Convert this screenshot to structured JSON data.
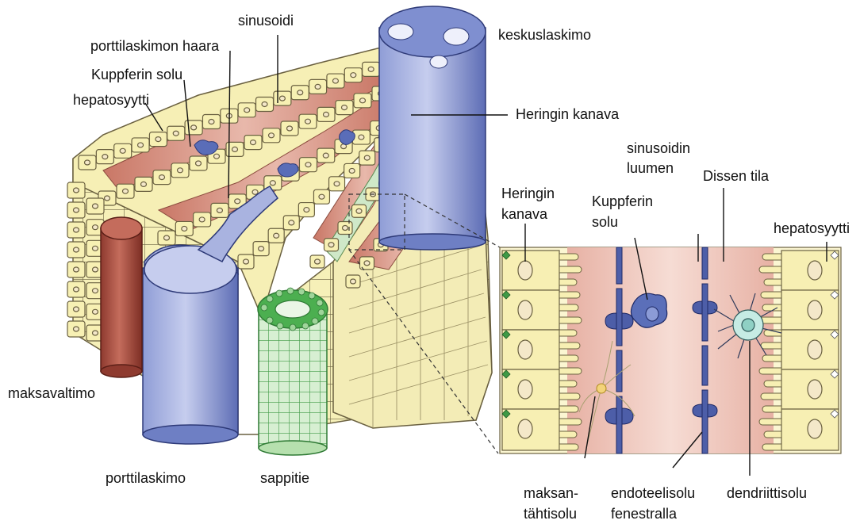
{
  "labels": {
    "sinusoidi": "sinusoidi",
    "porttilaskimon_haara": "porttilaskimon haara",
    "kuppferin_solu": "Kuppferin solu",
    "hepatosyytti": "hepatosyytti",
    "keskuslaskimo": "keskuslaskimo",
    "heringin_kanava": "Heringin kanava",
    "maksavaltimo": "maksavaltimo",
    "porttilaskimo": "porttilaskimo",
    "sappitie": "sappitie"
  },
  "inset_labels": {
    "sinusoidin_luumen_1": "sinusoidin",
    "sinusoidin_luumen_2": "luumen",
    "dissen_tila": "Dissen tila",
    "heringin_1": "Heringin",
    "heringin_2": "kanava",
    "kuppferin_1": "Kuppferin",
    "kuppferin_2": "solu",
    "hepatosyytti": "hepatosyytti",
    "maksantahti_1": "maksan-",
    "maksantahti_2": "tähtisolu",
    "endoteeli_1": "endoteelisolu",
    "endoteeli_2": "fenestralla",
    "dendriitti": "dendriittisolu"
  },
  "colors": {
    "hepatocyte": "#f7f0b3",
    "hepatocyte_outline": "#6a6040",
    "sinusoid": "#d99a8c",
    "sinusoid_dark": "#b45a4d",
    "vein_blue": "#6e7fc4",
    "vein_blue_light": "#a9b3e0",
    "artery": "#a8463a",
    "bile_green": "#4caf50",
    "bile_green_light": "#c6e7c1",
    "kupffer": "#5a6db8",
    "dendritic": "#b9e2dc"
  }
}
